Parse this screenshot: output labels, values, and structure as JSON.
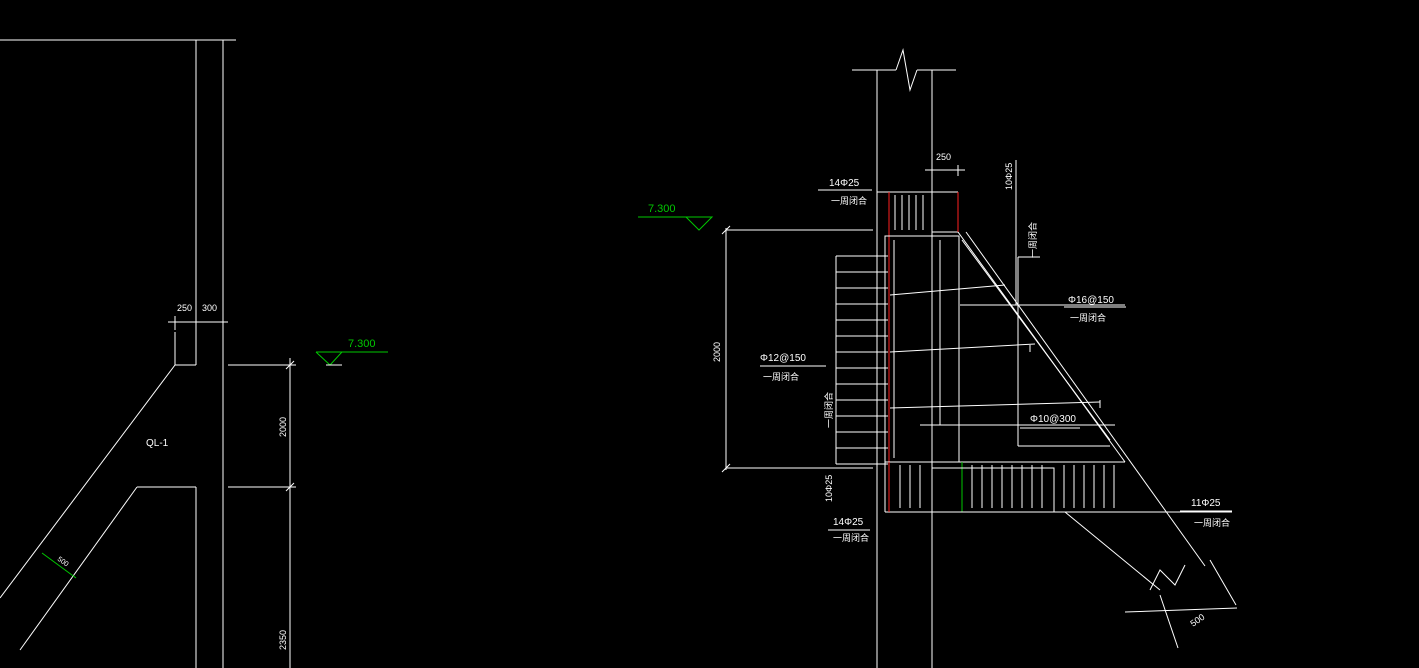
{
  "colors": {
    "background": "#000000",
    "line": "#ffffff",
    "elevation": "#00c800",
    "rebar_red": "#ff2020"
  },
  "left": {
    "dim_top_a": "250",
    "dim_top_b": "300",
    "elevation": "7.300",
    "beam_label": "QL-1",
    "dim_2000": "2000",
    "dim_2350": "2350",
    "dim_diag": "500"
  },
  "right": {
    "elevation": "7.300",
    "dim_250": "250",
    "dim_2000": "2000",
    "top_bars": "14Φ25",
    "top_bars_note": "一周闭合",
    "side_top_bars": "10Φ25",
    "side_top_note": "一周闭合",
    "stirrup_a": "Φ16@150",
    "stirrup_a_note": "一周闭合",
    "stirrup_b": "Φ12@150",
    "stirrup_b_note": "一周闭合",
    "vertical_note": "一周闭合",
    "stirrup_c": "Φ10@300",
    "left_bottom_bars": "10Φ25",
    "bottom_bars": "14Φ25",
    "bottom_bars_note": "一周闭合",
    "diag_bars": "11Φ25",
    "diag_bars_note": "一周闭合",
    "dim_500": "500"
  }
}
